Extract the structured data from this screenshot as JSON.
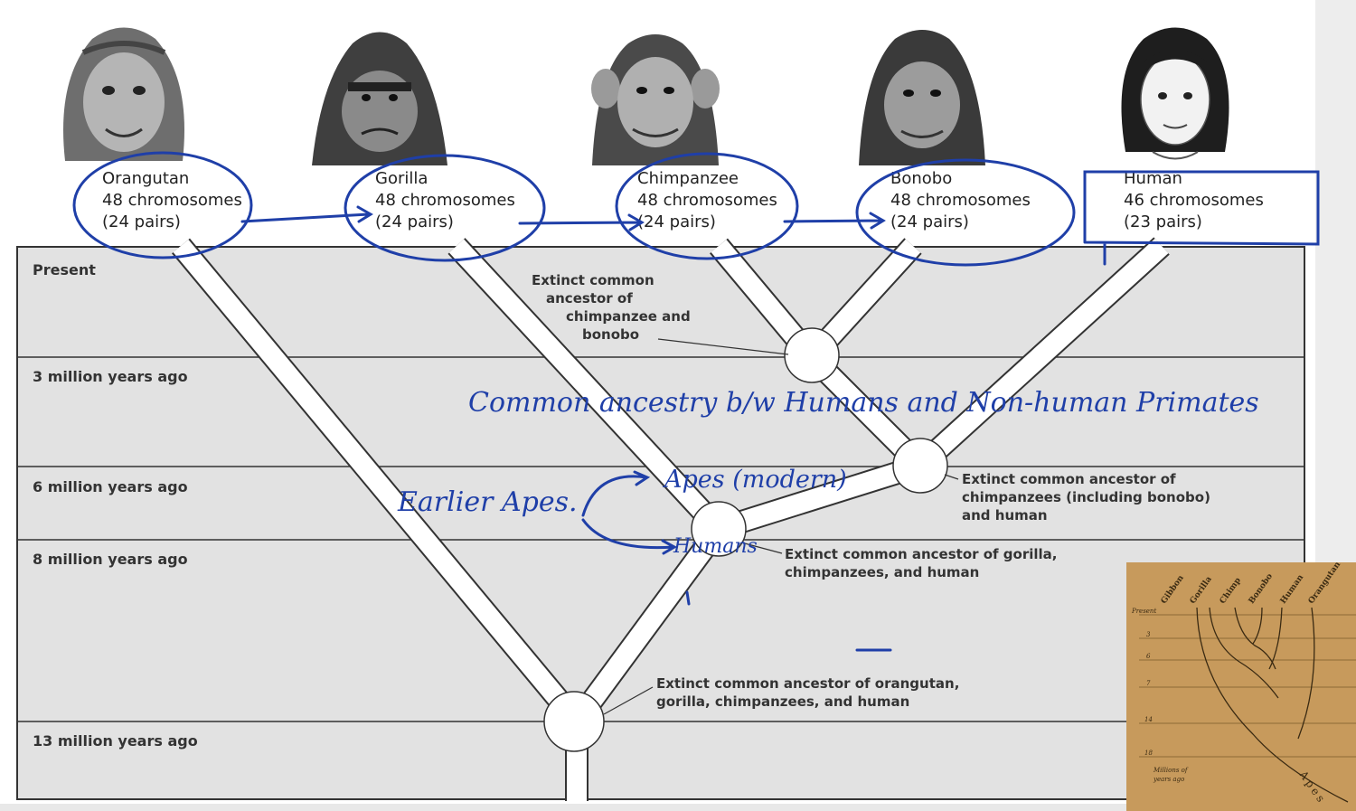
{
  "species": [
    {
      "name": "Orangutan",
      "chromosomes": "48 chromosomes",
      "pairs": "(24 pairs)"
    },
    {
      "name": "Gorilla",
      "chromosomes": "48 chromosomes",
      "pairs": "(24 pairs)"
    },
    {
      "name": "Chimpanzee",
      "chromosomes": "48 chromosomes",
      "pairs": "(24 pairs)"
    },
    {
      "name": "Bonobo",
      "chromosomes": "48 chromosomes",
      "pairs": "(24 pairs)"
    },
    {
      "name": "Human",
      "chromosomes": "46 chromosomes",
      "pairs": "(23 pairs)"
    }
  ],
  "eras": [
    "Present",
    "3 million years ago",
    "6 million years ago",
    "8 million years ago",
    "13 million years ago"
  ],
  "ancestors": {
    "chimp_bonobo": [
      "Extinct common",
      "ancestor of",
      "chimpanzee and",
      "bonobo"
    ],
    "chimp_human": [
      "Extinct common ancestor of",
      "chimpanzees (including bonobo)",
      "and human"
    ],
    "gorilla": [
      "Extinct common ancestor of gorilla,",
      "chimpanzees, and human"
    ],
    "orangutan": [
      "Extinct common ancestor of orangutan,",
      "gorilla, chimpanzees, and human"
    ]
  },
  "handwriting": {
    "common_ancestry": "Common ancestry b/w Humans and Non-human Primates",
    "earlier_apes": "Earlier Apes.",
    "apes_modern": "Apes (modern)",
    "humans": "Humans"
  },
  "inset": {
    "species": [
      "Gibbon",
      "Gorilla",
      "Chimp",
      "Bonobo",
      "Human",
      "Orangutan"
    ],
    "present": "Present",
    "ticks": [
      "3",
      "6",
      "7",
      "14",
      "18"
    ],
    "axis_label": [
      "Millions of",
      "years ago"
    ],
    "apes": "Apes"
  },
  "colors": {
    "panel": "#e2e2e2",
    "ink": "#1f3fa8",
    "inset": "#c79a5c"
  }
}
